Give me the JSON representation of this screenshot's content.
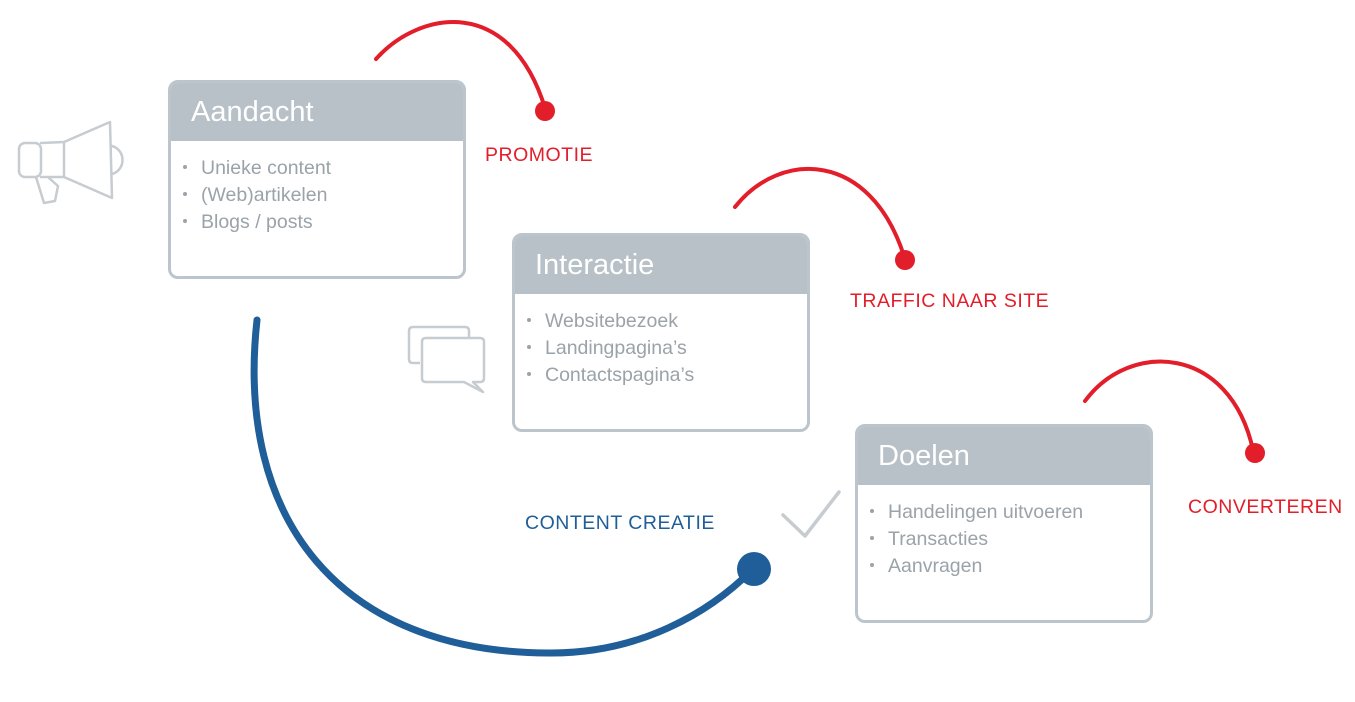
{
  "colors": {
    "accent_red": "#e31e2b",
    "accent_blue": "#1f5e98",
    "card_header": "#b8c1c7",
    "card_border": "#bcc5cc",
    "text_gray": "#9aa3a9"
  },
  "icons": [
    "megaphone-icon",
    "chat-bubbles-icon",
    "checkmark-icon"
  ],
  "stages": [
    {
      "title": "Aandacht",
      "items": [
        "Unieke content",
        "(Web)artikelen",
        "Blogs / posts"
      ],
      "action": "PROMOTIE"
    },
    {
      "title": "Interactie",
      "items": [
        "Websitebezoek",
        "Landingpagina’s",
        "Contactspagina’s"
      ],
      "action": "TRAFFIC NAAR SITE"
    },
    {
      "title": "Doelen",
      "items": [
        "Handelingen uitvoeren",
        "Transacties",
        "Aanvragen"
      ],
      "action": "CONVERTEREN"
    }
  ],
  "cycle_label": "CONTENT CREATIE"
}
